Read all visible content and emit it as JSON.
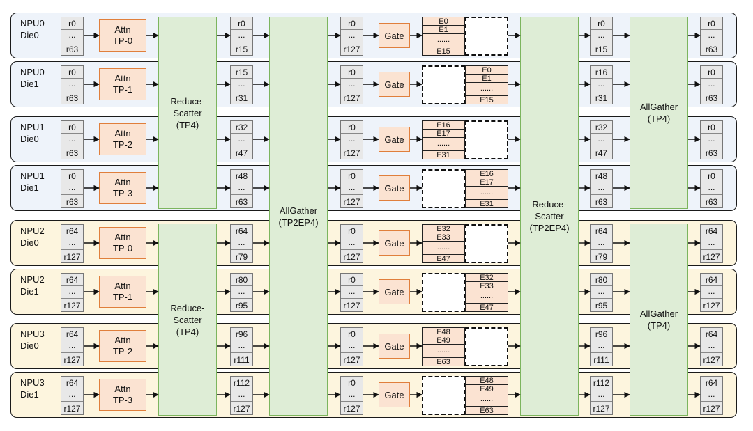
{
  "rows": [
    {
      "npu": "NPU0",
      "die": "Die0",
      "theme": "blue",
      "in": [
        "r0",
        "...",
        "r63"
      ],
      "attn": "Attn\nTP-0",
      "rs1": [
        "r0",
        "...",
        "r15"
      ],
      "ag1": [
        "r0",
        "...",
        "r127"
      ],
      "gate": "Gate",
      "experts": [
        "E0",
        "E1",
        "......",
        "E15"
      ],
      "expert_side": "left",
      "rs2": [
        "r0",
        "...",
        "r15"
      ],
      "out": [
        "r0",
        "...",
        "r63"
      ]
    },
    {
      "npu": "NPU0",
      "die": "Die1",
      "theme": "blue",
      "in": [
        "r0",
        "...",
        "r63"
      ],
      "attn": "Attn\nTP-1",
      "rs1": [
        "r15",
        "...",
        "r31"
      ],
      "ag1": [
        "r0",
        "...",
        "r127"
      ],
      "gate": "Gate",
      "experts": [
        "E0",
        "E1",
        "......",
        "E15"
      ],
      "expert_side": "right",
      "rs2": [
        "r16",
        "...",
        "r31"
      ],
      "out": [
        "r0",
        "...",
        "r63"
      ]
    },
    {
      "npu": "NPU1",
      "die": "Die0",
      "theme": "blue",
      "in": [
        "r0",
        "...",
        "r63"
      ],
      "attn": "Attn\nTP-2",
      "rs1": [
        "r32",
        "...",
        "r47"
      ],
      "ag1": [
        "r0",
        "...",
        "r127"
      ],
      "gate": "Gate",
      "experts": [
        "E16",
        "E17",
        "......",
        "E31"
      ],
      "expert_side": "left",
      "rs2": [
        "r32",
        "...",
        "r47"
      ],
      "out": [
        "r0",
        "...",
        "r63"
      ]
    },
    {
      "npu": "NPU1",
      "die": "Die1",
      "theme": "blue",
      "in": [
        "r0",
        "...",
        "r63"
      ],
      "attn": "Attn\nTP-3",
      "rs1": [
        "r48",
        "...",
        "r63"
      ],
      "ag1": [
        "r0",
        "...",
        "r127"
      ],
      "gate": "Gate",
      "experts": [
        "E16",
        "E17",
        "......",
        "E31"
      ],
      "expert_side": "right",
      "rs2": [
        "r48",
        "...",
        "r63"
      ],
      "out": [
        "r0",
        "...",
        "r63"
      ]
    },
    {
      "npu": "NPU2",
      "die": "Die0",
      "theme": "yellow",
      "in": [
        "r64",
        "...",
        "r127"
      ],
      "attn": "Attn\nTP-0",
      "rs1": [
        "r64",
        "...",
        "r79"
      ],
      "ag1": [
        "r0",
        "...",
        "r127"
      ],
      "gate": "Gate",
      "experts": [
        "E32",
        "E33",
        "......",
        "E47"
      ],
      "expert_side": "left",
      "rs2": [
        "r64",
        "...",
        "r79"
      ],
      "out": [
        "r64",
        "...",
        "r127"
      ]
    },
    {
      "npu": "NPU2",
      "die": "Die1",
      "theme": "yellow",
      "in": [
        "r64",
        "...",
        "r127"
      ],
      "attn": "Attn\nTP-1",
      "rs1": [
        "r80",
        "...",
        "r95"
      ],
      "ag1": [
        "r0",
        "...",
        "r127"
      ],
      "gate": "Gate",
      "experts": [
        "E32",
        "E33",
        "......",
        "E47"
      ],
      "expert_side": "right",
      "rs2": [
        "r80",
        "...",
        "r95"
      ],
      "out": [
        "r64",
        "...",
        "r127"
      ]
    },
    {
      "npu": "NPU3",
      "die": "Die0",
      "theme": "yellow",
      "in": [
        "r64",
        "...",
        "r127"
      ],
      "attn": "Attn\nTP-2",
      "rs1": [
        "r96",
        "...",
        "r111"
      ],
      "ag1": [
        "r0",
        "...",
        "r127"
      ],
      "gate": "Gate",
      "experts": [
        "E48",
        "E49",
        "......",
        "E63"
      ],
      "expert_side": "left",
      "rs2": [
        "r96",
        "...",
        "r111"
      ],
      "out": [
        "r64",
        "...",
        "r127"
      ]
    },
    {
      "npu": "NPU3",
      "die": "Die1",
      "theme": "yellow",
      "in": [
        "r64",
        "...",
        "r127"
      ],
      "attn": "Attn\nTP-3",
      "rs1": [
        "r112",
        "...",
        "r127"
      ],
      "ag1": [
        "r0",
        "...",
        "r127"
      ],
      "gate": "Gate",
      "experts": [
        "E48",
        "E49",
        "......",
        "E63"
      ],
      "expert_side": "right",
      "rs2": [
        "r112",
        "...",
        "r127"
      ],
      "out": [
        "r64",
        "...",
        "r127"
      ]
    }
  ],
  "collectives": {
    "rs_top": "Reduce-\nScatter\n(TP4)",
    "rs_bottom": "Reduce-\nScatter\n(TP4)",
    "allgather_ep": "AllGather\n(TP2EP4)",
    "reducescatter_ep": "Reduce-\nScatter\n(TP2EP4)",
    "ag_top": "AllGather\n(TP4)",
    "ag_bottom": "AllGather\n(TP4)"
  },
  "colors": {
    "blue_bg": "#eef3fa",
    "yellow_bg": "#fdf5de",
    "orange_fill": "#fbe3d2",
    "orange_border": "#e07f3c",
    "green_fill": "#deedd6",
    "green_border": "#7cb55e",
    "register_fill": "#e8e8e8"
  }
}
